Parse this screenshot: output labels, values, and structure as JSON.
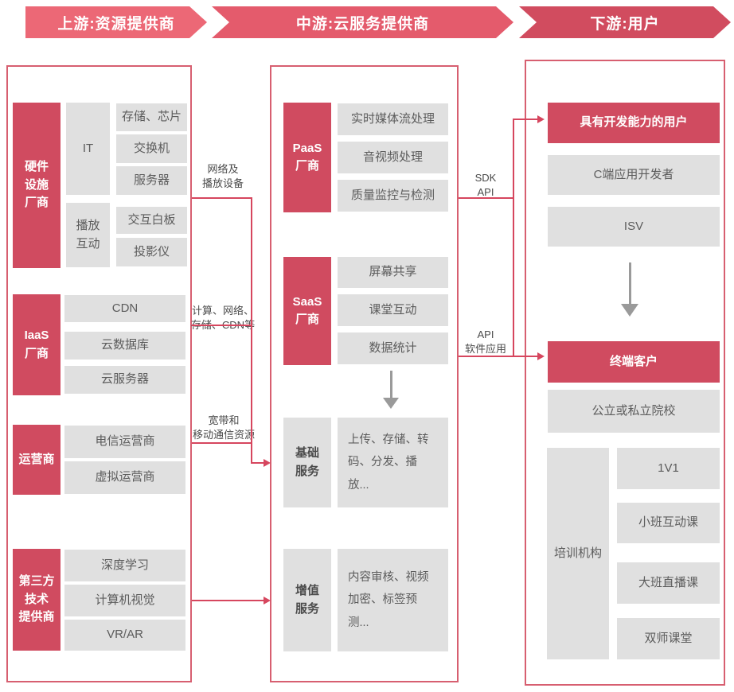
{
  "banners": [
    {
      "label": "上游:资源提供商"
    },
    {
      "label": "中游:云服务提供商"
    },
    {
      "label": "下游:用户"
    }
  ],
  "colors": {
    "banner_upstream": "#ec6876",
    "banner_midstream": "#e45b6c",
    "banner_downstream": "#d14c5f",
    "block_red": "#d04b60",
    "block_gray": "#e0e0e0",
    "column_border": "#d75f70",
    "connector_line": "#d6465e",
    "gray_arrow": "#9a9a9a",
    "text_gray": "#5c5c5c",
    "text_dark": "#4a4a4a"
  },
  "upstream": {
    "hardware": {
      "label": "硬件\n设施\n厂商",
      "it": {
        "label": "IT",
        "items": [
          "存储、芯片",
          "交换机",
          "服务器"
        ]
      },
      "play": {
        "label": "播放\n互动",
        "items": [
          "交互白板",
          "投影仪"
        ]
      }
    },
    "iaas": {
      "label": "IaaS\n厂商",
      "items": [
        "CDN",
        "云数据库",
        "云服务器"
      ]
    },
    "carrier": {
      "label": "运营商",
      "items": [
        "电信运营商",
        "虚拟运营商"
      ]
    },
    "thirdparty": {
      "label": "第三方\n技术\n提供商",
      "items": [
        "深度学习",
        "计算机视觉",
        "VR/AR"
      ]
    }
  },
  "midstream": {
    "paas": {
      "label": "PaaS\n厂商",
      "items": [
        "实时媒体流处理",
        "音视频处理",
        "质量监控与检测"
      ]
    },
    "saas": {
      "label": "SaaS\n厂商",
      "items": [
        "屏幕共享",
        "课堂互动",
        "数据统计"
      ]
    },
    "basic": {
      "label": "基础\n服务",
      "desc": "上传、存储、转码、分发、播放..."
    },
    "value_added": {
      "label": "增值\n服务",
      "desc": "内容审核、视频加密、标签预测..."
    }
  },
  "downstream": {
    "developers": {
      "header": "具有开发能力的用户",
      "items": [
        "C端应用开发者",
        "ISV"
      ]
    },
    "end_customers": {
      "header": "终端客户",
      "school": "公立或私立院校",
      "training": {
        "label": "培训机构",
        "items": [
          "1V1",
          "小班互动课",
          "大班直播课",
          "双师课堂"
        ]
      }
    }
  },
  "connector_labels": {
    "network_devices": "网络及\n播放设备",
    "compute_resources": "计算、网络、\n存储、CDN等",
    "broadband": "宽带和\n移动通信资源",
    "sdk_api": "SDK\nAPI",
    "api_software": "API\n软件应用"
  }
}
